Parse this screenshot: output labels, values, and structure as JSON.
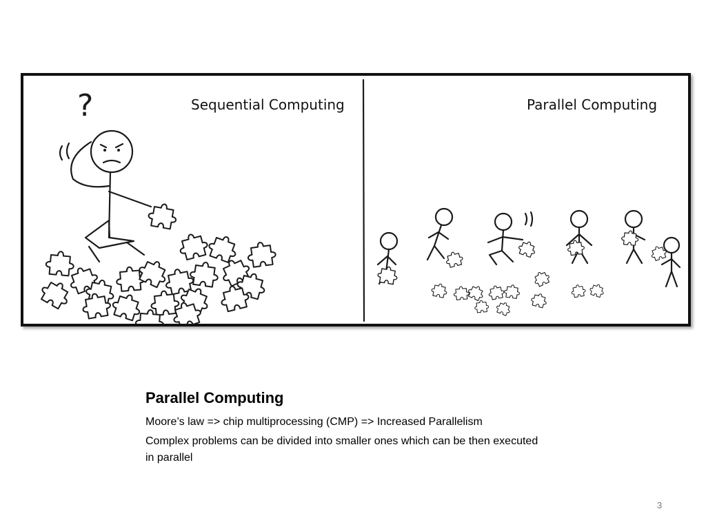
{
  "illustration": {
    "left_title": "Sequential Computing",
    "right_title": "Parallel Computing",
    "question_mark": "?"
  },
  "content": {
    "heading": "Parallel Computing",
    "lines": [
      "Moore’s law  => chip multiprocessing (CMP) => Increased Parallelism",
      "Complex problems can be divided into smaller ones which can be then executed in parallel"
    ]
  },
  "page_number": "3"
}
